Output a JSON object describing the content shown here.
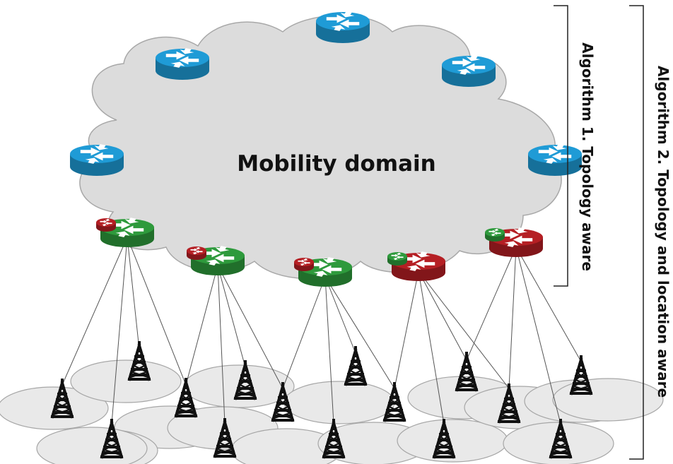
{
  "cloud_label": "Mobility domain",
  "bracket_1_label": "Algorithm 1. Topology aware",
  "bracket_2_label": "Algorithm 2. Topology and location aware",
  "colors": {
    "cloud_fill": "#dcdcdc",
    "cloud_stroke": "#a8a8a8",
    "core_router": "#1f9bd6",
    "access_router_green": "#2e9a3c",
    "access_router_red": "#b51f24",
    "cell_fill": "#e9e9e9",
    "link": "#555555",
    "tower": "#111111"
  },
  "core_routers": [
    {
      "id": "core-1",
      "color": "blue"
    },
    {
      "id": "core-2",
      "color": "blue"
    },
    {
      "id": "core-3",
      "color": "blue"
    },
    {
      "id": "core-4",
      "color": "blue"
    },
    {
      "id": "core-5",
      "color": "blue"
    },
    {
      "id": "core-6",
      "color": "blue"
    }
  ],
  "access_routers": [
    {
      "id": "ar-1",
      "body": "green",
      "badge": "red"
    },
    {
      "id": "ar-2",
      "body": "green",
      "badge": "red"
    },
    {
      "id": "ar-3",
      "body": "green",
      "badge": "red"
    },
    {
      "id": "ar-4",
      "body": "red",
      "badge": "green"
    },
    {
      "id": "ar-5",
      "body": "red",
      "badge": "green"
    }
  ]
}
